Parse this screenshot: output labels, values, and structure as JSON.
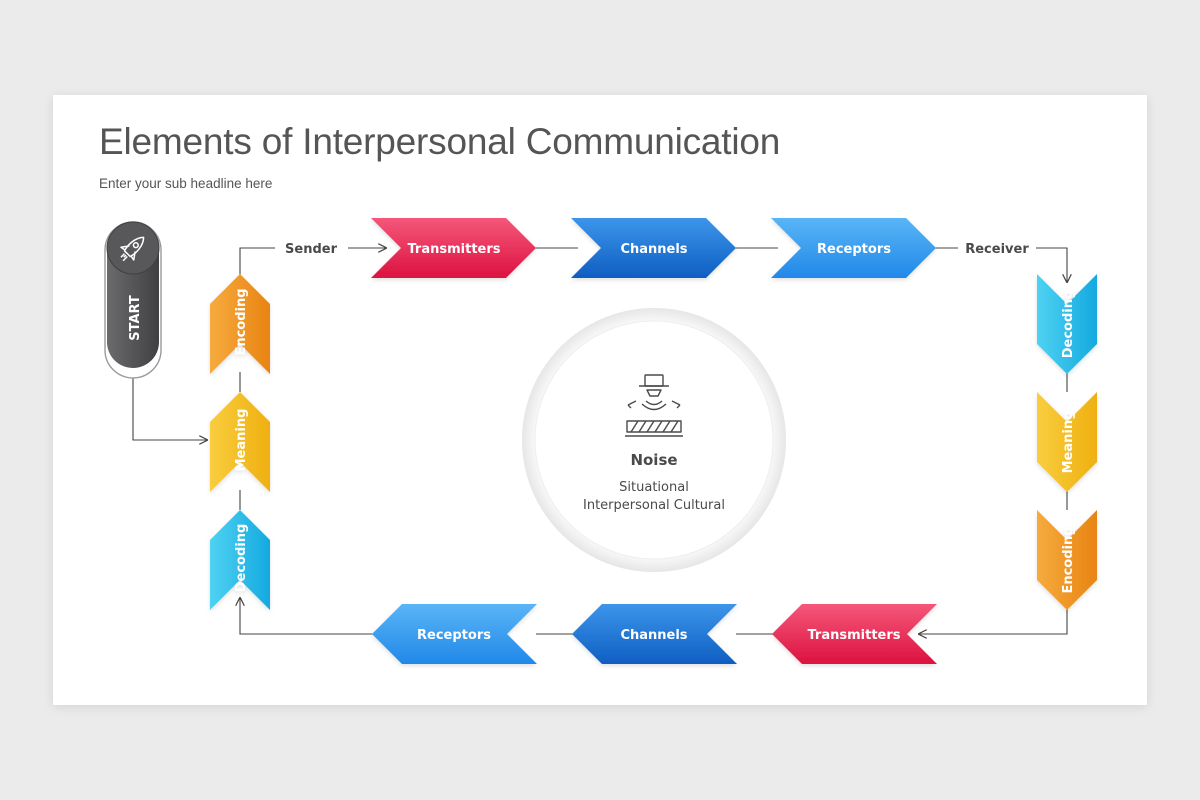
{
  "title": "Elements of Interpersonal Communication",
  "subtitle": "Enter your sub headline here",
  "start": {
    "label": "START",
    "icon": "rocket-icon"
  },
  "labels": {
    "sender": "Sender",
    "receiver": "Receiver"
  },
  "top_row": [
    "Transmitters",
    "Channels",
    "Receptors"
  ],
  "bottom_row": [
    "Receptors",
    "Channels",
    "Transmitters"
  ],
  "left_column": [
    "Encoding",
    "Meaning",
    "Decoding"
  ],
  "right_column": [
    "Decoding",
    "Meaning",
    "Encoding"
  ],
  "noise": {
    "icon": "radar-scanner-icon",
    "title": "Noise",
    "line1": "Situational",
    "line2": "Interpersonal Cultural"
  },
  "colors": {
    "transmitters": "#e8294f",
    "channels": "#1e7ad6",
    "receptors": "#3aa0f0",
    "encoding": "#f09a25",
    "meaning": "#f4bf24",
    "decoding": "#2ec3ea",
    "start": "#555558"
  }
}
